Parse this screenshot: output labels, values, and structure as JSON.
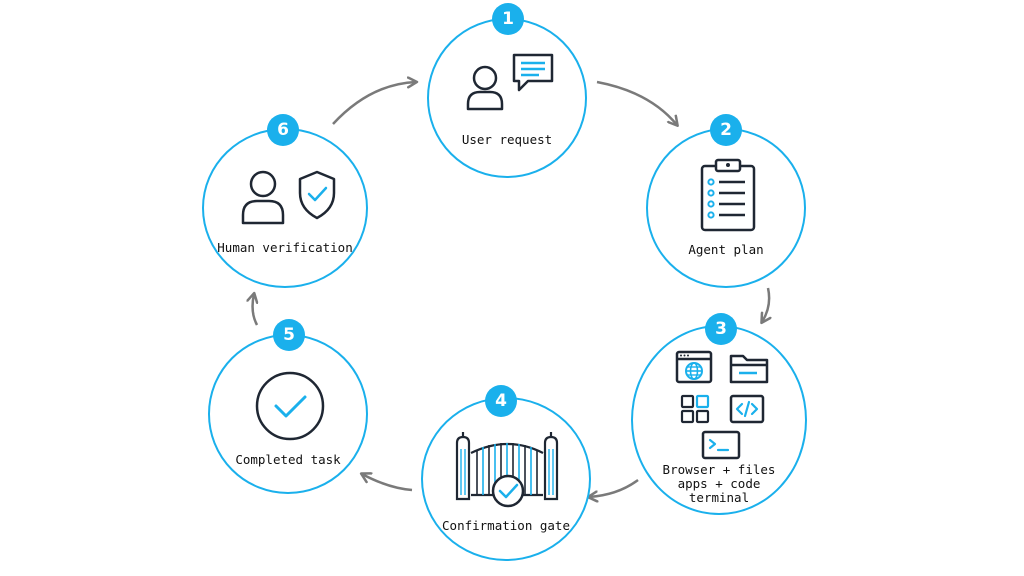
{
  "colors": {
    "accent": "#1ab0ec",
    "ink": "#1f2733",
    "arrow": "#7a7a7a"
  },
  "steps": [
    {
      "number": "1",
      "label": "User request",
      "icons": [
        "user-icon",
        "chat-bubble-icon"
      ]
    },
    {
      "number": "2",
      "label": "Agent plan",
      "icons": [
        "clipboard-checklist-icon"
      ]
    },
    {
      "number": "3",
      "lines": [
        "Browser + files",
        "apps + code",
        "terminal"
      ],
      "icons": [
        "browser-globe-icon",
        "folder-icon",
        "apps-grid-icon",
        "code-icon",
        "terminal-icon"
      ]
    },
    {
      "number": "4",
      "label": "Confirmation gate",
      "icons": [
        "gate-check-icon"
      ]
    },
    {
      "number": "5",
      "label": "Completed task",
      "icons": [
        "check-circle-icon"
      ]
    },
    {
      "number": "6",
      "label": "Human verification",
      "icons": [
        "user-icon",
        "shield-check-icon"
      ]
    }
  ]
}
